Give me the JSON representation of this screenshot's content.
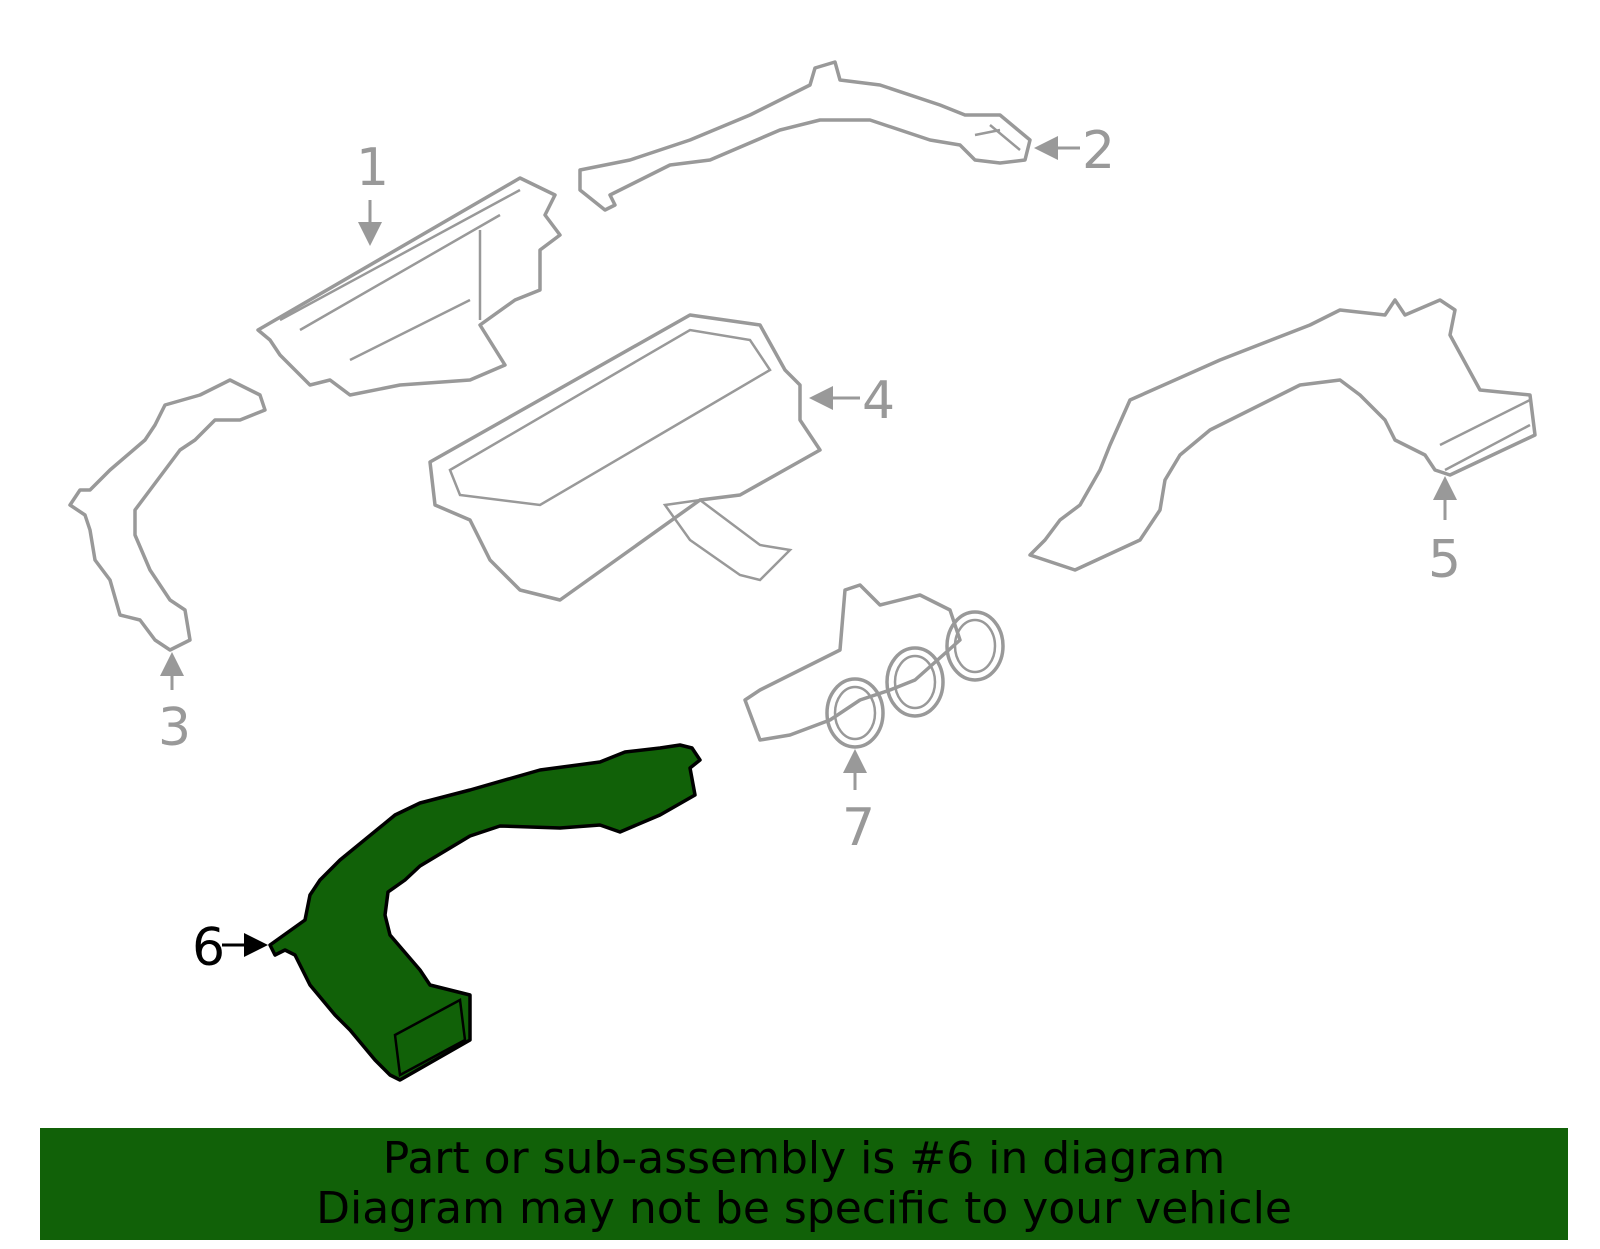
{
  "diagram": {
    "callouts": [
      "1",
      "2",
      "3",
      "4",
      "5",
      "6",
      "7"
    ],
    "selected_part": "6",
    "colors": {
      "part_outline": "#999999",
      "selected_fill": "#116108",
      "selected_outline": "#000000",
      "banner": "#116108"
    }
  },
  "banner": {
    "line1": "Part or sub-assembly is #6 in diagram",
    "line2": "Diagram may not be specific to your vehicle"
  }
}
